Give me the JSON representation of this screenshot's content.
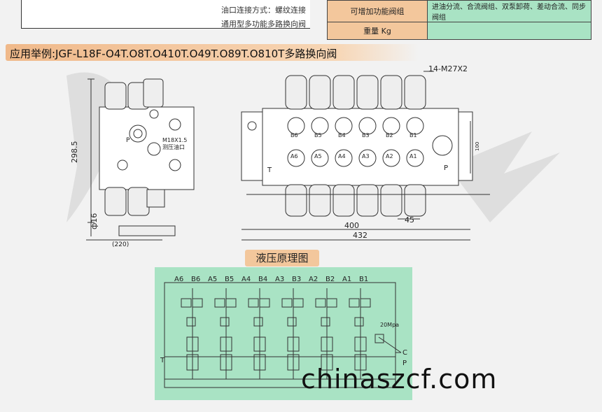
{
  "spec": {
    "connection_label": "油口连接方式：螺纹连接",
    "type_label": "通用型多功能多路换向阀",
    "rows": [
      {
        "key": "可增加功能阀组",
        "value": "进油分流、合流阀组、双泵卸荷、差动合流、同步阀组"
      },
      {
        "key": "重量 Kg",
        "value": ""
      }
    ]
  },
  "example_title": "应用举例:JGF-L18F-O4T.O8T.O410T.O49T.O89T.O810T多路换向阀",
  "drawing": {
    "side_view": {
      "dim_height": "298.5",
      "dim_width": "(220)",
      "dim_phi": "ф16",
      "port_label": "M18X1.5",
      "port_note": "测压油口",
      "p_label": "P"
    },
    "front_view": {
      "top_callout": "14-M27X2",
      "ports_b": [
        "B6",
        "B5",
        "B4",
        "B3",
        "B2",
        "B1"
      ],
      "ports_a": [
        "A6",
        "A5",
        "A4",
        "A3",
        "A2",
        "A1"
      ],
      "t_label": "T",
      "p_label": "P",
      "dim_100": "100",
      "dim_45": "45",
      "dim_400": "400",
      "dim_432": "432"
    }
  },
  "schematic": {
    "title": "液压原理图",
    "top_labels": [
      "A6",
      "B6",
      "A5",
      "B5",
      "A4",
      "B4",
      "A3",
      "B3",
      "A2",
      "B2",
      "A1",
      "B1"
    ],
    "pressure": "20Mpa",
    "c_label": "C",
    "p_label": "P",
    "t_label": "T"
  },
  "watermark": "chinaszcf.com"
}
